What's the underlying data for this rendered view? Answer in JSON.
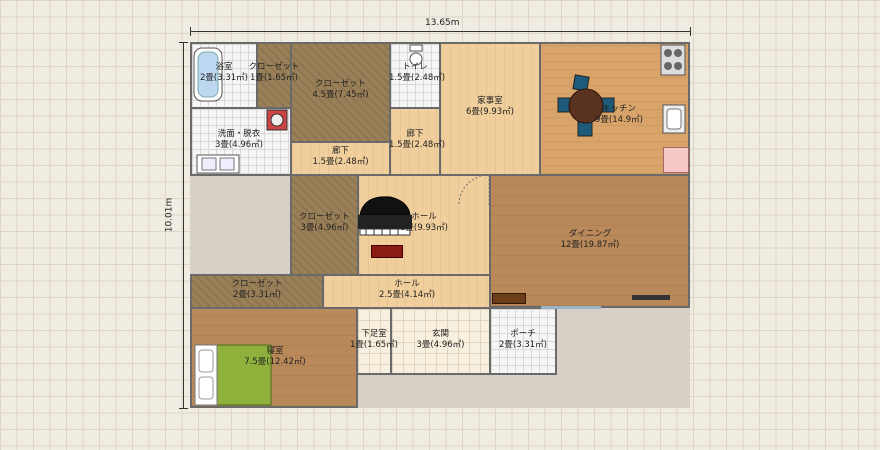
{
  "dimensions": {
    "width": "13.65m",
    "height": "10.01m"
  },
  "rooms": [
    {
      "id": "bath",
      "name": "浴室",
      "size": "2畳(3.31㎡)"
    },
    {
      "id": "closet-a",
      "name": "クローゼット",
      "size": "1畳(1.65㎡)"
    },
    {
      "id": "closet-b",
      "name": "クローゼット",
      "size": "4.5畳(7.45㎡)"
    },
    {
      "id": "toilet",
      "name": "トイレ",
      "size": "1.5畳(2.48㎡)"
    },
    {
      "id": "utility",
      "name": "家事室",
      "size": "6畳(9.93㎡)"
    },
    {
      "id": "kitchen",
      "name": "キッチン",
      "size": "9畳(14.9㎡)"
    },
    {
      "id": "washroom",
      "name": "洗面・脱衣",
      "size": "3畳(4.96㎡)"
    },
    {
      "id": "hall-a",
      "name": "廊下",
      "size": "1.5畳(2.48㎡)"
    },
    {
      "id": "hall-b",
      "name": "廊下",
      "size": "1.5畳(2.48㎡)"
    },
    {
      "id": "closet-c",
      "name": "クローゼット",
      "size": "3畳(4.96㎡)"
    },
    {
      "id": "hall-piano",
      "name": "ホール",
      "size": "6畳(9.93㎡)"
    },
    {
      "id": "dining",
      "name": "ダイニング",
      "size": "12畳(19.87㎡)"
    },
    {
      "id": "closet-d",
      "name": "クローゼット",
      "size": "2畳(3.31㎡)"
    },
    {
      "id": "hall-c",
      "name": "ホール",
      "size": "2.5畳(4.14㎡)"
    },
    {
      "id": "bedroom",
      "name": "寝室",
      "size": "7.5畳(12.42㎡)"
    },
    {
      "id": "shoe",
      "name": "下足室",
      "size": "1畳(1.65㎡)"
    },
    {
      "id": "entrance",
      "name": "玄関",
      "size": "3畳(4.96㎡)"
    },
    {
      "id": "porch",
      "name": "ポーチ",
      "size": "2畳(3.31㎡)"
    }
  ],
  "furniture": [
    "bathtub-icon",
    "toilet-icon",
    "piano-icon",
    "dining-table-icon",
    "stove-icon",
    "sink-icon",
    "bed-icon",
    "washer-icon",
    "fridge-icon",
    "door-icon"
  ],
  "colors": {
    "closet": "#9a8058",
    "wood_light": "#f1cf9d",
    "wood_mid": "#d9a469",
    "wood_dark": "#b9895a",
    "bed": "#8fb13c",
    "wall": "#6a6a6a"
  }
}
